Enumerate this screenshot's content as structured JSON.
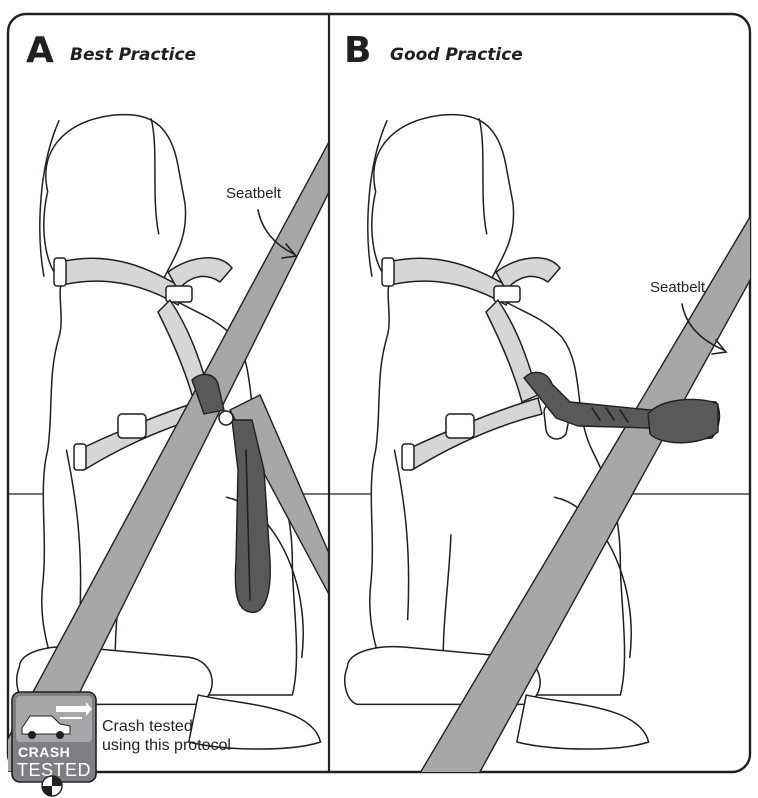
{
  "panels": [
    {
      "letter": "A",
      "title": "Best Practice",
      "callout": "Seatbelt"
    },
    {
      "letter": "B",
      "title": "Good Practice",
      "callout": "Seatbelt"
    }
  ],
  "badge": {
    "word1": "CRASH",
    "word2": "TESTED",
    "caption_line1": "Crash tested",
    "caption_line2": "using this protocol"
  },
  "colors": {
    "outline": "#231f20",
    "harness_strap": "#d6d6d6",
    "seatbelt": "#a7a7a9",
    "tether": "#58595b",
    "badge_background": "#7e7f82"
  }
}
